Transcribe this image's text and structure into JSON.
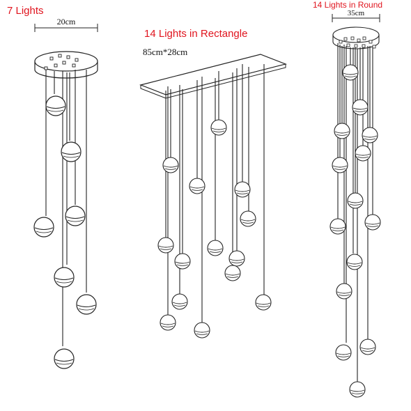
{
  "variants": [
    {
      "title": "7 Lights",
      "dimension_label": "20cm",
      "canopy": "round",
      "light_count": 7
    },
    {
      "title": "14 Lights in Rectangle",
      "dimension_label": "85cm*28cm",
      "canopy": "rectangle",
      "light_count": 14
    },
    {
      "title": "14 Lights in Round",
      "dimension_label": "35cm",
      "canopy": "round",
      "light_count": 14
    }
  ],
  "colors": {
    "title": "#e0141e",
    "line": "#222222"
  }
}
